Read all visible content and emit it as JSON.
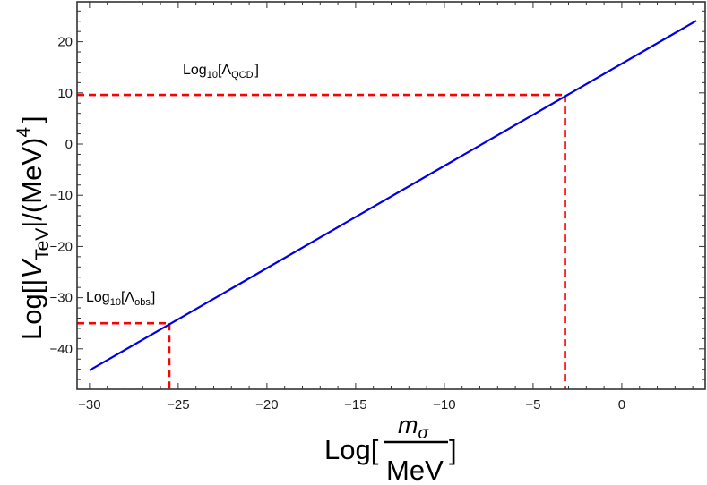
{
  "chart_data": {
    "type": "line",
    "title": "",
    "xlabel": "Log[m_σ / MeV]",
    "ylabel": "Log[|V_TeV|/(MeV)^4]",
    "xlabel_parts": {
      "prefix": "Log[",
      "numerator": "m",
      "numerator_sub": "σ",
      "denominator": "MeV",
      "suffix": "]"
    },
    "ylabel_parts": {
      "prefix": "Log[|",
      "V": "V",
      "V_sub": "TeV",
      "mid": "|/(MeV)",
      "sup": "4",
      "suffix": "]"
    },
    "xlim": [
      -30.7,
      4.7
    ],
    "ylim": [
      -47.9,
      27.8
    ],
    "x_ticks": [
      -30,
      -25,
      -20,
      -15,
      -10,
      -5,
      0
    ],
    "x_tick_labels": [
      "−30",
      "−25",
      "−20",
      "−15",
      "−10",
      "−5",
      "0"
    ],
    "y_ticks": [
      20,
      10,
      0,
      -10,
      -20,
      -30,
      -40
    ],
    "y_tick_labels": [
      "20",
      "10",
      "0",
      "−10",
      "−20",
      "−30",
      "−40"
    ],
    "grid": false,
    "legend": null,
    "series": [
      {
        "name": "Log|V_TeV|",
        "color": "#0000e6",
        "style": "solid",
        "x": [
          -30,
          4.2
        ],
        "y": [
          -44.2,
          24.1
        ]
      }
    ],
    "reference_lines": [
      {
        "name": "Log10[Lambda_QCD]",
        "color": "#ff0000",
        "style": "dashed",
        "y": 9.6,
        "x_intersect": -3.2
      },
      {
        "name": "Log10[Lambda_obs]",
        "color": "#ff0000",
        "style": "dashed",
        "y": -35.0,
        "x_intersect": -25.5
      }
    ],
    "annotations": [
      {
        "text_main": "Log",
        "text_sub": "10",
        "text_bracket_open": "[Λ",
        "text_lambda_sub": "QCD",
        "text_bracket_close": "]",
        "x": -25.4,
        "y": 14.3
      },
      {
        "text_main": "Log",
        "text_sub": "10",
        "text_bracket_open": "[Λ",
        "text_lambda_sub": "obs",
        "text_bracket_close": "]",
        "x": -30.3,
        "y": -30.3
      }
    ]
  },
  "colors": {
    "line": "#0000e6",
    "reference": "#ff0000",
    "frame": "#333333"
  }
}
